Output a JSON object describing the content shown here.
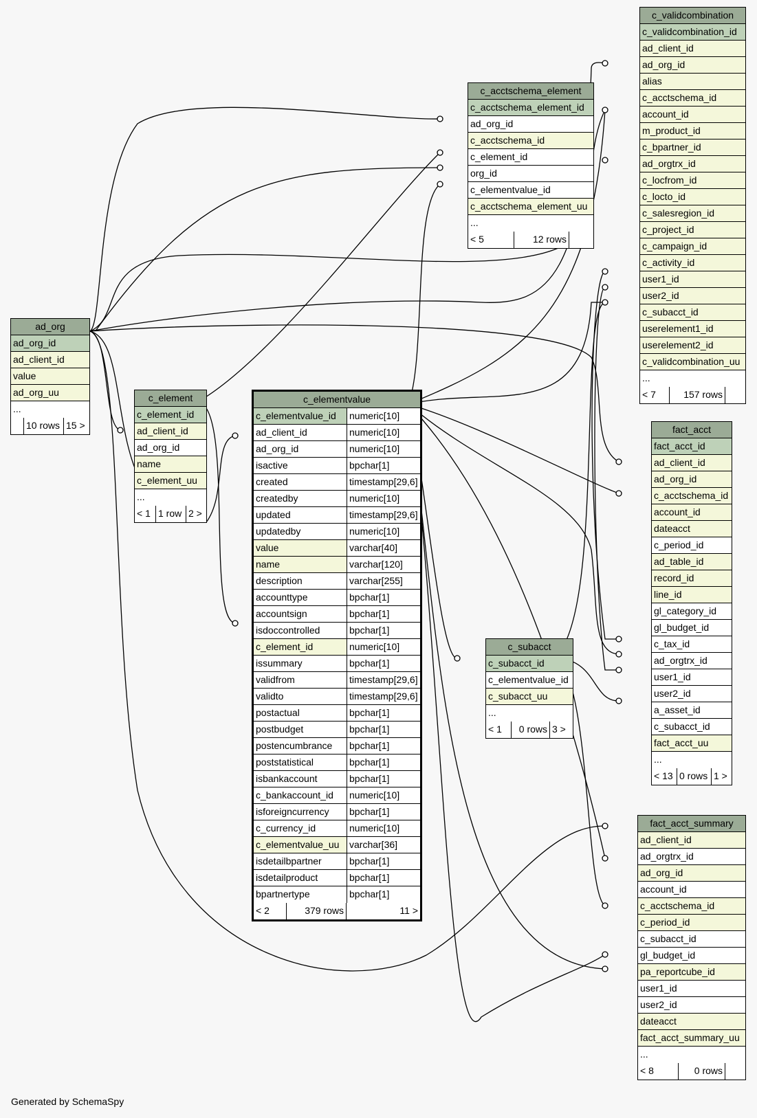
{
  "tables": {
    "c_validcombination": {
      "title": "c_validcombination",
      "rows": [
        "c_validcombination_id",
        "ad_client_id",
        "ad_org_id",
        "alias",
        "c_acctschema_id",
        "account_id",
        "m_product_id",
        "c_bpartner_id",
        "ad_orgtrx_id",
        "c_locfrom_id",
        "c_locto_id",
        "c_salesregion_id",
        "c_project_id",
        "c_campaign_id",
        "c_activity_id",
        "user1_id",
        "user2_id",
        "c_subacct_id",
        "userelement1_id",
        "userelement2_id",
        "c_validcombination_uu",
        "..."
      ],
      "footer": [
        "< 7",
        "157 rows",
        ""
      ]
    },
    "c_acctschema_element": {
      "title": "c_acctschema_element",
      "rows": [
        "c_acctschema_element_id",
        "ad_org_id",
        "c_acctschema_id",
        "c_element_id",
        "org_id",
        "c_elementvalue_id",
        "c_acctschema_element_uu",
        "..."
      ],
      "footer": [
        "< 5",
        "12 rows",
        ""
      ]
    },
    "ad_org": {
      "title": "ad_org",
      "rows": [
        "ad_org_id",
        "ad_client_id",
        "value",
        "ad_org_uu",
        "..."
      ],
      "footer": [
        "",
        "10 rows",
        "15 >"
      ]
    },
    "c_element": {
      "title": "c_element",
      "rows": [
        "c_element_id",
        "ad_client_id",
        "ad_org_id",
        "name",
        "c_element_uu",
        "..."
      ],
      "footer": [
        "< 1",
        "1 row",
        "2 >"
      ]
    },
    "c_elementvalue": {
      "title": "c_elementvalue",
      "rows": [
        [
          "c_elementvalue_id",
          "numeric[10]"
        ],
        [
          "ad_client_id",
          "numeric[10]"
        ],
        [
          "ad_org_id",
          "numeric[10]"
        ],
        [
          "isactive",
          "bpchar[1]"
        ],
        [
          "created",
          "timestamp[29,6]"
        ],
        [
          "createdby",
          "numeric[10]"
        ],
        [
          "updated",
          "timestamp[29,6]"
        ],
        [
          "updatedby",
          "numeric[10]"
        ],
        [
          "value",
          "varchar[40]"
        ],
        [
          "name",
          "varchar[120]"
        ],
        [
          "description",
          "varchar[255]"
        ],
        [
          "accounttype",
          "bpchar[1]"
        ],
        [
          "accountsign",
          "bpchar[1]"
        ],
        [
          "isdoccontrolled",
          "bpchar[1]"
        ],
        [
          "c_element_id",
          "numeric[10]"
        ],
        [
          "issummary",
          "bpchar[1]"
        ],
        [
          "validfrom",
          "timestamp[29,6]"
        ],
        [
          "validto",
          "timestamp[29,6]"
        ],
        [
          "postactual",
          "bpchar[1]"
        ],
        [
          "postbudget",
          "bpchar[1]"
        ],
        [
          "postencumbrance",
          "bpchar[1]"
        ],
        [
          "poststatistical",
          "bpchar[1]"
        ],
        [
          "isbankaccount",
          "bpchar[1]"
        ],
        [
          "c_bankaccount_id",
          "numeric[10]"
        ],
        [
          "isforeigncurrency",
          "bpchar[1]"
        ],
        [
          "c_currency_id",
          "numeric[10]"
        ],
        [
          "c_elementvalue_uu",
          "varchar[36]"
        ],
        [
          "isdetailbpartner",
          "bpchar[1]"
        ],
        [
          "isdetailproduct",
          "bpchar[1]"
        ],
        [
          "bpartnertype",
          "bpchar[1]"
        ]
      ],
      "footer": [
        "< 2",
        "379 rows",
        "11 >"
      ]
    },
    "c_subacct": {
      "title": "c_subacct",
      "rows": [
        "c_subacct_id",
        "c_elementvalue_id",
        "c_subacct_uu",
        "..."
      ],
      "footer": [
        "< 1",
        "0 rows",
        "3 >"
      ]
    },
    "fact_acct": {
      "title": "fact_acct",
      "rows": [
        "fact_acct_id",
        "ad_client_id",
        "ad_org_id",
        "c_acctschema_id",
        "account_id",
        "dateacct",
        "c_period_id",
        "ad_table_id",
        "record_id",
        "line_id",
        "gl_category_id",
        "gl_budget_id",
        "c_tax_id",
        "ad_orgtrx_id",
        "user1_id",
        "user2_id",
        "a_asset_id",
        "c_subacct_id",
        "fact_acct_uu",
        "..."
      ],
      "footer": [
        "< 13",
        "0 rows",
        "1 >"
      ]
    },
    "fact_acct_summary": {
      "title": "fact_acct_summary",
      "rows": [
        "ad_client_id",
        "ad_orgtrx_id",
        "ad_org_id",
        "account_id",
        "c_acctschema_id",
        "c_period_id",
        "c_subacct_id",
        "gl_budget_id",
        "pa_reportcube_id",
        "user1_id",
        "user2_id",
        "dateacct",
        "fact_acct_summary_uu",
        "..."
      ],
      "footer": [
        "< 8",
        "0 rows",
        ""
      ]
    }
  },
  "footer_note": "Generated by SchemaSpy"
}
